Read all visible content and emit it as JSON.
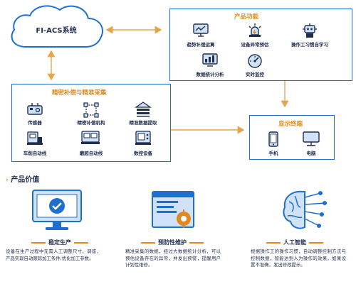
{
  "cloud": {
    "label": "FI-ACS系统"
  },
  "features": {
    "title": "产品功能",
    "items": [
      {
        "label": "趋势补偿运算",
        "icon": "trend-monitor-icon"
      },
      {
        "label": "设备异常预估",
        "icon": "alarm-light-icon"
      },
      {
        "label": "操作工习惯自学习",
        "icon": "robot-icon"
      },
      {
        "label": "数据统计分析",
        "icon": "data-screen-icon"
      },
      {
        "label": "实时监控",
        "icon": "gauge-icon"
      }
    ]
  },
  "precision": {
    "title": "精密补偿与精准采集",
    "items": [
      {
        "label": "传感器",
        "icon": "sensor-icon"
      },
      {
        "label": "精密补偿机构",
        "icon": "compensation-mechanism-icon"
      },
      {
        "label": "精准数据提取",
        "icon": "data-extract-icon"
      },
      {
        "label": "车削自动线",
        "icon": "lathe-icon"
      },
      {
        "label": "磨超自动线",
        "icon": "grinding-line-icon"
      },
      {
        "label": "数控设备",
        "icon": "cnc-icon"
      }
    ]
  },
  "terminal": {
    "title": "显示终端",
    "items": [
      {
        "label": "手机",
        "icon": "phone-icon"
      },
      {
        "label": "电脑",
        "icon": "computer-icon"
      }
    ]
  },
  "value": {
    "title": "产品价值",
    "items": [
      {
        "title": "稳定生产",
        "icon": "check-monitor-icon",
        "desc": "设备在生产过程中无需人工调整尺寸、调座，产品实现自动跟踪加工条件,优化加工参数。"
      },
      {
        "title": "预防性维护",
        "icon": "maintenance-window-icon",
        "desc": "精准采集的数据，经过大数据统计分析，可以预估设备存在的异常，并发出预警，提醒用户计划性维修。"
      },
      {
        "title": "人工智能",
        "icon": "ai-brain-icon",
        "desc": "根据操作工的操作习惯，自动调整控制方法与控制数据，智能达到人为操作的效果。如果设置不准确，发出修改提示。"
      }
    ]
  },
  "colors": {
    "primary_blue": "#1f6fd1",
    "accent_orange": "#e08a1e",
    "text_navy": "#1f2d4d",
    "icon_light_blue": "#cfe2f8"
  }
}
